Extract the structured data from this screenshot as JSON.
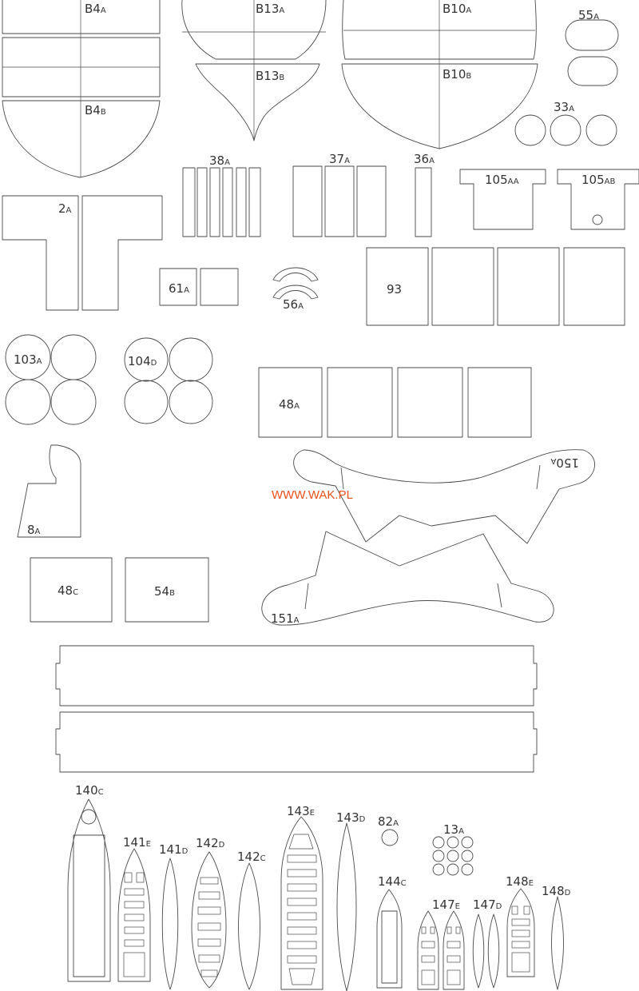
{
  "website": "WWW.WAK.PL",
  "colors": {
    "line": "#4a4a4a",
    "text": "#333333",
    "website": "#e8501c",
    "paper": "#ffffff"
  },
  "labels": [
    {
      "id": "B4A",
      "main": "B4",
      "sub": "A"
    },
    {
      "id": "B4B",
      "main": "B4",
      "sub": "B"
    },
    {
      "id": "B13A",
      "main": "B13",
      "sub": "A"
    },
    {
      "id": "B13B",
      "main": "B13",
      "sub": "B"
    },
    {
      "id": "B10A",
      "main": "B10",
      "sub": "A"
    },
    {
      "id": "B10B",
      "main": "B10",
      "sub": "B"
    },
    {
      "id": "55A",
      "main": "55",
      "sub": "A"
    },
    {
      "id": "33A",
      "main": "33",
      "sub": "A"
    },
    {
      "id": "2A",
      "main": "2",
      "sub": "A"
    },
    {
      "id": "38A",
      "main": "38",
      "sub": "A"
    },
    {
      "id": "37A",
      "main": "37",
      "sub": "A"
    },
    {
      "id": "36A",
      "main": "36",
      "sub": "A"
    },
    {
      "id": "105AA",
      "main": "105",
      "sub": "AA"
    },
    {
      "id": "105AB",
      "main": "105",
      "sub": "AB"
    },
    {
      "id": "61A",
      "main": "61",
      "sub": "A"
    },
    {
      "id": "56A",
      "main": "56",
      "sub": "A"
    },
    {
      "id": "93",
      "main": "93",
      "sub": ""
    },
    {
      "id": "103A",
      "main": "103",
      "sub": "A"
    },
    {
      "id": "104D",
      "main": "104",
      "sub": "D"
    },
    {
      "id": "48A",
      "main": "48",
      "sub": "A"
    },
    {
      "id": "150A",
      "main": "150",
      "sub": "A"
    },
    {
      "id": "8A",
      "main": "8",
      "sub": "A"
    },
    {
      "id": "48C",
      "main": "48",
      "sub": "C"
    },
    {
      "id": "54B",
      "main": "54",
      "sub": "B"
    },
    {
      "id": "151A",
      "main": "151",
      "sub": "A"
    },
    {
      "id": "140C",
      "main": "140",
      "sub": "C"
    },
    {
      "id": "141E",
      "main": "141",
      "sub": "E"
    },
    {
      "id": "141D",
      "main": "141",
      "sub": "D"
    },
    {
      "id": "142D",
      "main": "142",
      "sub": "D"
    },
    {
      "id": "142C",
      "main": "142",
      "sub": "C"
    },
    {
      "id": "143E",
      "main": "143",
      "sub": "E"
    },
    {
      "id": "143D",
      "main": "143",
      "sub": "D"
    },
    {
      "id": "82A",
      "main": "82",
      "sub": "A"
    },
    {
      "id": "13A",
      "main": "13",
      "sub": "A"
    },
    {
      "id": "144C",
      "main": "144",
      "sub": "C"
    },
    {
      "id": "147E",
      "main": "147",
      "sub": "E"
    },
    {
      "id": "147D",
      "main": "147",
      "sub": "D"
    },
    {
      "id": "148E",
      "main": "148",
      "sub": "E"
    },
    {
      "id": "148D",
      "main": "148",
      "sub": "D"
    }
  ]
}
